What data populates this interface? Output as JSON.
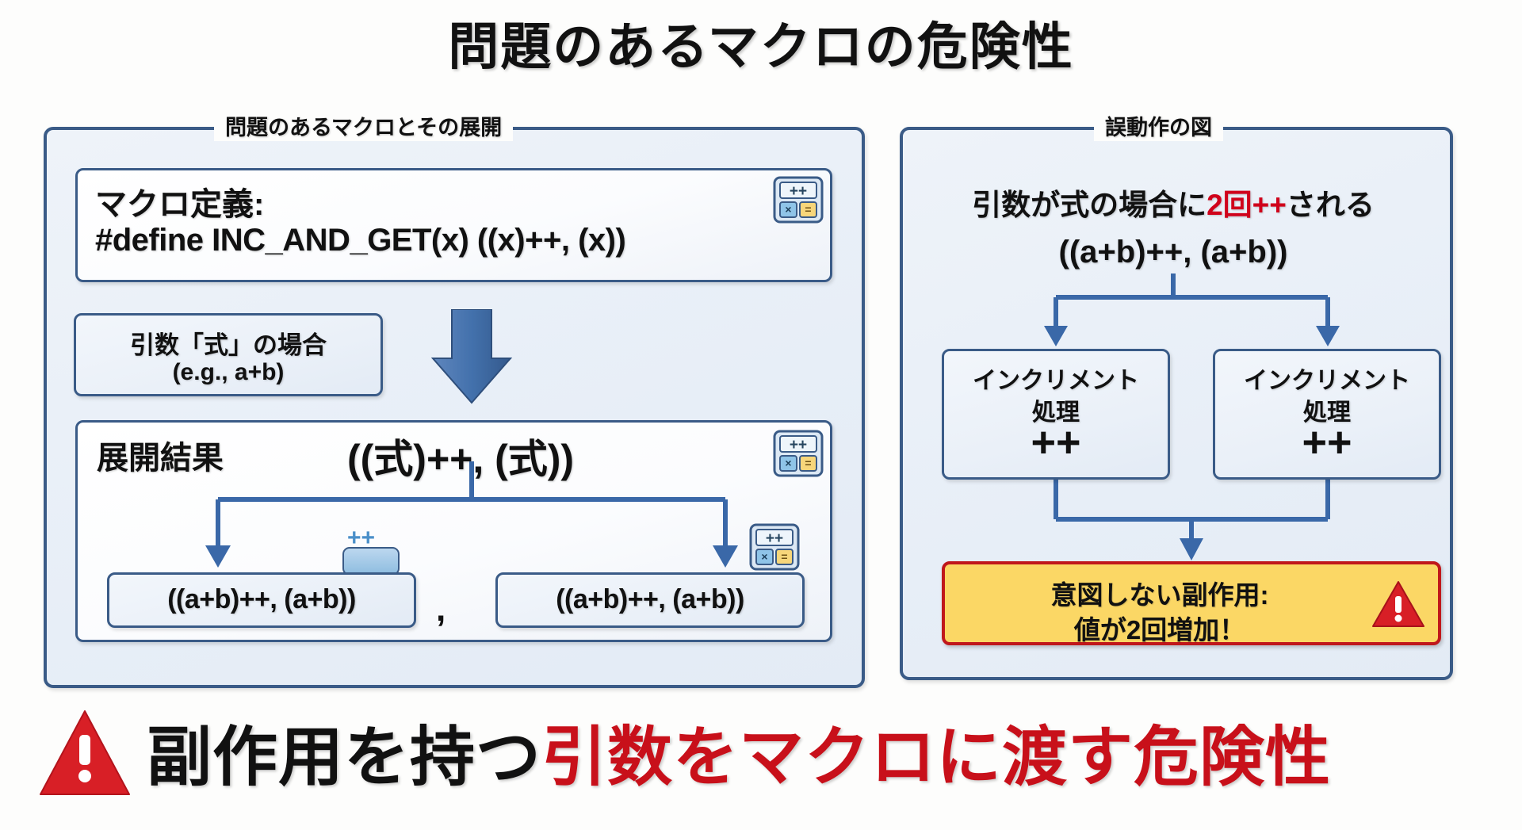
{
  "title": "問題のあるマクロの危険性",
  "left_panel": {
    "legend": "問題のあるマクロとその展開",
    "macro_def_label": "マクロ定義:",
    "macro_def_code": "#define INC_AND_GET(x)  ((x)++, (x))",
    "arg_case_line1": "引数「式」の場合",
    "arg_case_line2": "(e.g., a+b)",
    "expand_label": "展開結果",
    "expand_code": "((式)++, (式))",
    "result_1": "((a+b)++, (a+b))",
    "result_2": "((a+b)++, (a+b))",
    "result_separator": ","
  },
  "right_panel": {
    "legend": "誤動作の図",
    "headline_prefix": "引数が式の場合に",
    "headline_highlight": "2回++",
    "headline_suffix": "される",
    "expression": "((a+b)++, (a+b))",
    "inc_box_1": {
      "line1": "インクリメント",
      "line2": "処理",
      "symbol": "++"
    },
    "inc_box_2": {
      "line1": "インクリメント",
      "line2": "処理",
      "symbol": "++"
    },
    "warning": {
      "line1": "意図しない副作用:",
      "line2": "値が2回増加！"
    }
  },
  "bottom_banner": {
    "text_black": "副作用を持つ",
    "text_red": "引数をマクロに渡す危険性"
  },
  "colors": {
    "panel_border": "#3a5b87",
    "panel_fill": "#e7eef7",
    "accent_red": "#c8101a",
    "highlight_red": "#d0021b",
    "warning_bg": "#fbd765",
    "warning_border": "#c0171b",
    "arrow_blue": "#3a68a8",
    "text_dark": "#111111"
  }
}
